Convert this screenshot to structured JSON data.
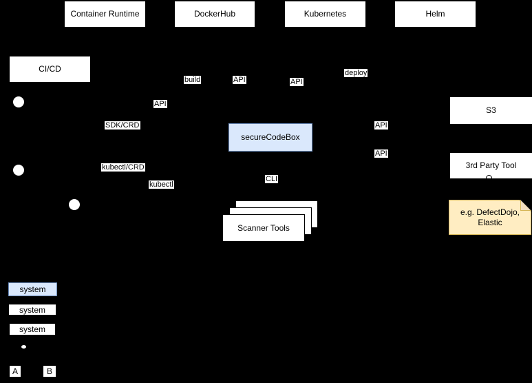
{
  "nodes": {
    "container_runtime": {
      "label": "Container Runtime"
    },
    "dockerhub": {
      "label": "DockerHub"
    },
    "kubernetes": {
      "label": "Kubernetes"
    },
    "helm": {
      "label": "Helm"
    },
    "cicd": {
      "label": "CI/CD"
    },
    "securecodebox": {
      "label": "secureCodeBox"
    },
    "s3": {
      "label": "S3"
    },
    "third_party_tool": {
      "label": "3rd Party Tool"
    },
    "scanner_tools": {
      "label": "Scanner Tools"
    },
    "note": {
      "line1": "e.g. DefectDojo,",
      "line2": "Elastic"
    }
  },
  "edge_labels": {
    "build": "build",
    "api_dockerhub": "API",
    "api_kubernetes": "API",
    "deploy": "deploy",
    "api_cicd": "API",
    "sdk_crd": "SDK/CRD",
    "kubectl_crd": "kubectl/CRD",
    "kubectl": "kubectl",
    "cli": "CLI",
    "api_s3": "API",
    "api_third_party": "API"
  },
  "legend": {
    "system_highlight": "system",
    "system_plain": "system",
    "system_bold": "system",
    "marker_a": "A",
    "marker_b": "B"
  },
  "colors": {
    "background": "#000000",
    "node_fill": "#ffffff",
    "highlight_fill": "#dae8fc",
    "highlight_border": "#6c8ebf",
    "note_fill": "#ffedc2",
    "note_border": "#d6b656",
    "text": "#000000"
  }
}
